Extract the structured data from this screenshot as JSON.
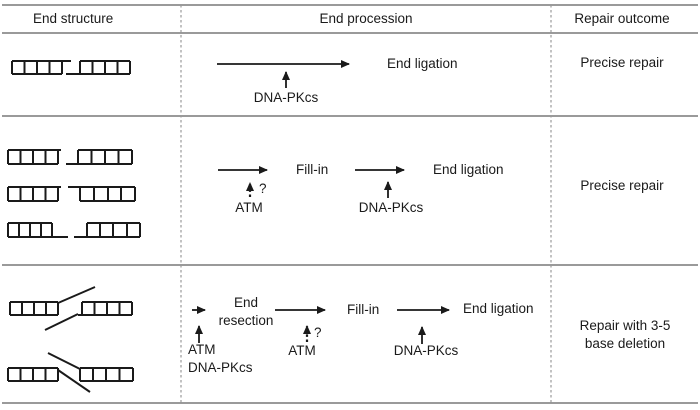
{
  "header": {
    "end_structure": "End structure",
    "end_procession": "End procession",
    "repair_outcome": "Repair outcome"
  },
  "row1": {
    "kinase": "DNA-PKcs",
    "step": "End ligation",
    "outcome": "Precise repair"
  },
  "row2": {
    "atm": "ATM",
    "question_mark": "?",
    "fill_in": "Fill-in",
    "kinase": "DNA-PKcs",
    "step": "End ligation",
    "outcome": "Precise repair"
  },
  "row3": {
    "resection_line1": "End",
    "resection_line2": "resection",
    "resection_kinase_line1": "ATM",
    "resection_kinase_line2": "DNA-PKcs",
    "atm": "ATM",
    "question_mark": "?",
    "fill_in": "Fill-in",
    "kinase": "DNA-PKcs",
    "step": "End ligation",
    "outcome_line1": "Repair with 3-5",
    "outcome_line2": "base deletion"
  },
  "colors": {
    "ink": "#1a1a1a",
    "table_line": "#8c8c8c"
  }
}
